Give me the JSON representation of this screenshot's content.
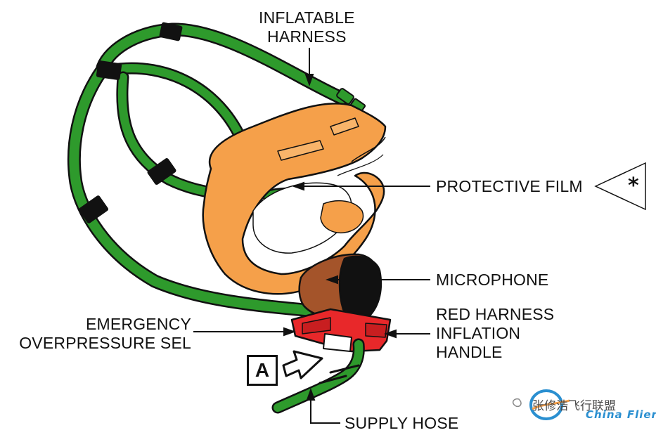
{
  "labels": {
    "inflatable_harness": [
      "INFLATABLE",
      "HARNESS"
    ],
    "protective_film": "PROTECTIVE FILM",
    "microphone": "MICROPHONE",
    "red_harness_handle": [
      "RED HARNESS",
      "INFLATION",
      "HANDLE"
    ],
    "emergency_overpressure": [
      "EMERGENCY",
      "OVERPRESSURE SEL"
    ],
    "supply_hose": "SUPPLY HOSE"
  },
  "callout": {
    "letter": "A"
  },
  "note_symbol": "*",
  "watermark": {
    "chinese": "张修浩飞行联盟",
    "english": "China Flier"
  },
  "colors": {
    "harness_green": "#2e9a2c",
    "mask_orange": "#f5a04a",
    "mask_brown": "#a4542a",
    "valve_red": "#e8282a",
    "line": "#111111"
  }
}
